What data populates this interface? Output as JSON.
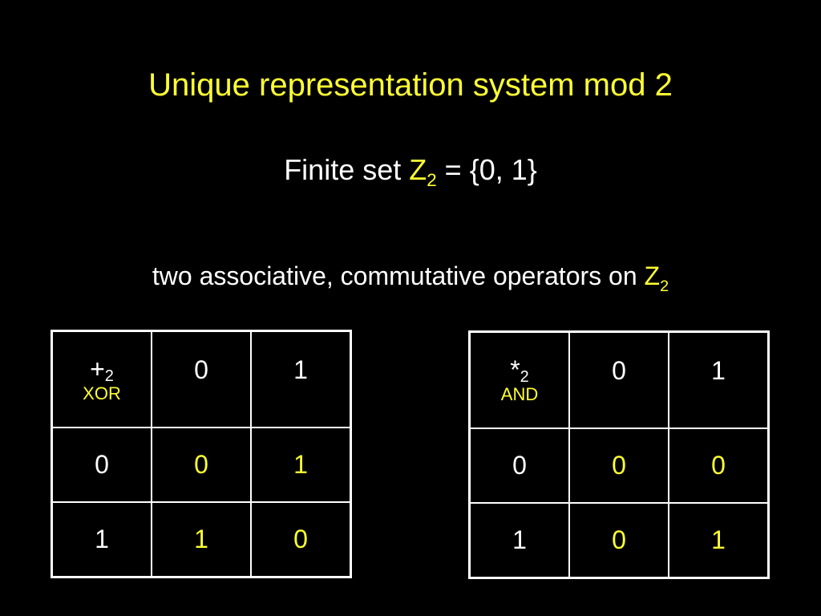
{
  "slide": {
    "title": "Unique representation system mod 2",
    "finite_set": {
      "prefix": "Finite set ",
      "symbol": "Z",
      "subscript": "2",
      "suffix": " = {0, 1}"
    },
    "operators_line": {
      "prefix": "two associative, commutative operators on ",
      "symbol": "Z",
      "subscript": "2"
    }
  },
  "tables": {
    "xor": {
      "operator_symbol": "+",
      "operator_subscript": "2",
      "operator_name": "XOR",
      "columns": [
        "0",
        "1"
      ],
      "rows": [
        {
          "label": "0",
          "values": [
            "0",
            "1"
          ]
        },
        {
          "label": "1",
          "values": [
            "1",
            "0"
          ]
        }
      ]
    },
    "and": {
      "operator_symbol": "*",
      "operator_subscript": "2",
      "operator_name": "AND",
      "columns": [
        "0",
        "1"
      ],
      "rows": [
        {
          "label": "0",
          "values": [
            "0",
            "0"
          ]
        },
        {
          "label": "1",
          "values": [
            "0",
            "1"
          ]
        }
      ]
    }
  },
  "colors": {
    "background": "#000000",
    "accent": "#ffff33",
    "text": "#ffffff"
  }
}
